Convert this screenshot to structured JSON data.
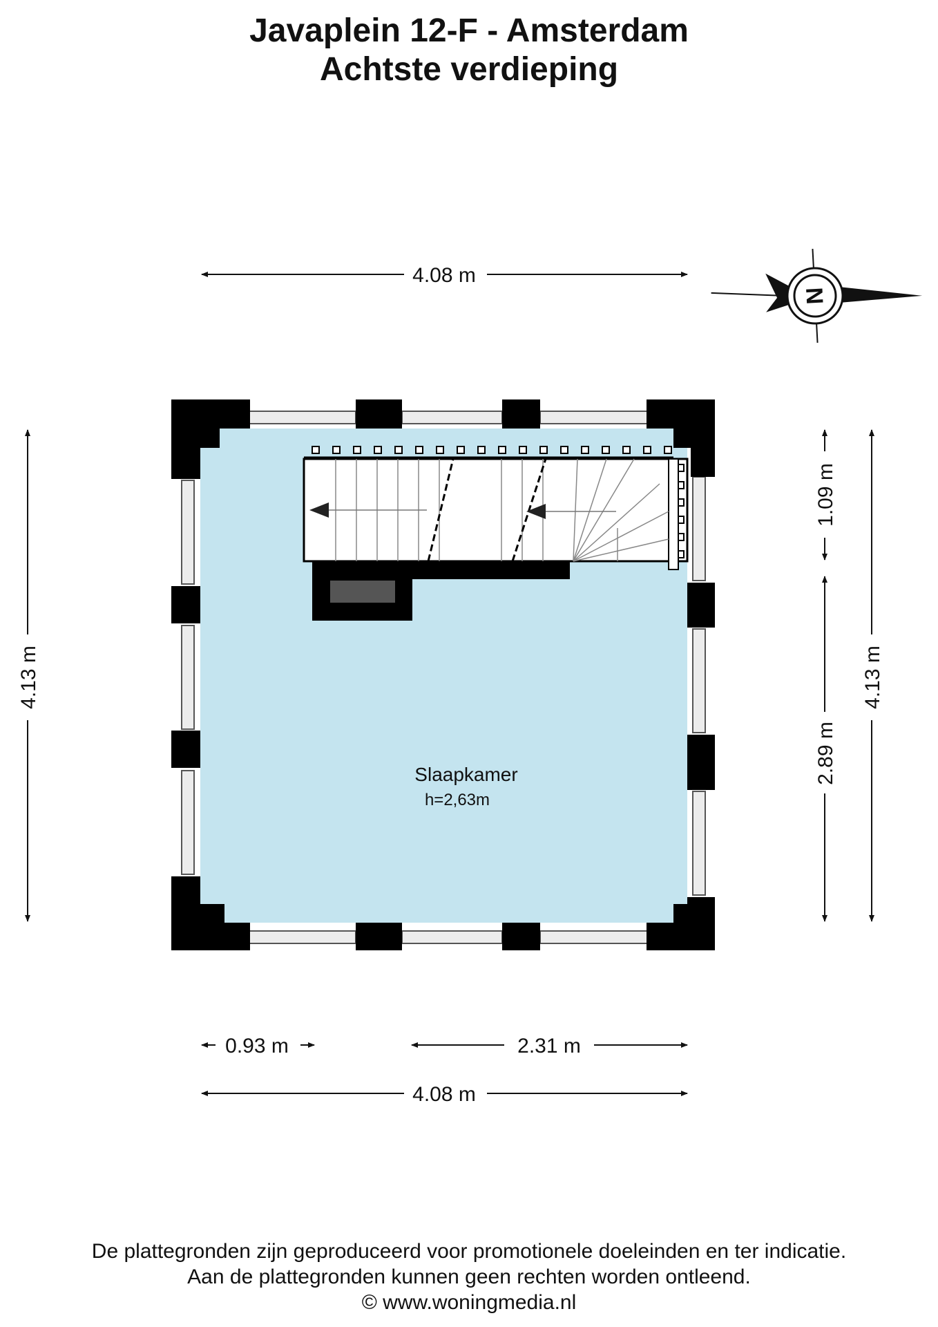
{
  "header": {
    "title": "Javaplein 12-F - Amsterdam",
    "subtitle": "Achtste verdieping"
  },
  "dimensions": {
    "top_width": "4.08 m",
    "bottom_width": "4.08 m",
    "bottom_left_segment": "0.93 m",
    "bottom_right_segment": "2.31 m",
    "left_height": "4.13 m",
    "right_height": "4.13 m",
    "right_upper_segment": "1.09 m",
    "right_lower_segment": "2.89 m"
  },
  "rooms": [
    {
      "name": "Slaapkamer",
      "height": "h=2,63m"
    }
  ],
  "compass": {
    "label": "N"
  },
  "footer": {
    "line1": "De plattegronden zijn geproduceerd voor promotionele doeleinden en ter indicatie.",
    "line2": "Aan de plattegronden kunnen geen rechten worden ontleend.",
    "line3": "© www.woningmedia.nl"
  },
  "colors": {
    "room_fill": "#c4e4ef",
    "wall": "#000000",
    "window_frame": "#d8d8d8"
  }
}
